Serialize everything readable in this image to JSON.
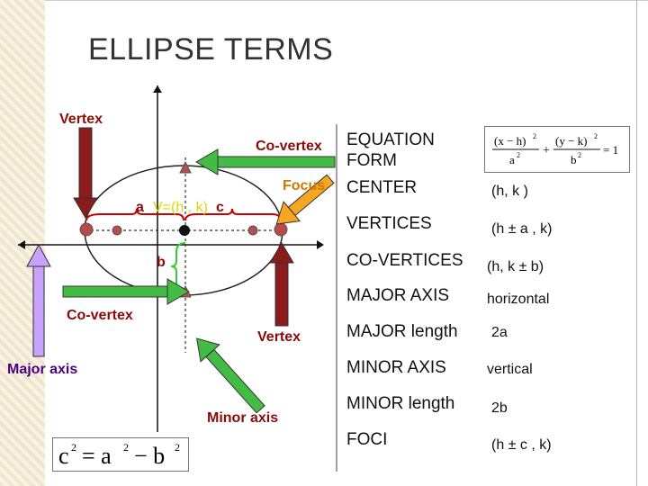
{
  "title": "ELLIPSE TERMS",
  "diagram_labels": {
    "vertex_top": "Vertex",
    "co_vertex_top": "Co-vertex",
    "focus": "Focus",
    "a": "a",
    "center_point": "V=(h , k)",
    "c": "c",
    "b": "b",
    "co_vertex_bottom": "Co-vertex",
    "vertex_bottom": "Vertex",
    "major_axis": "Major axis",
    "minor_axis": "Minor axis"
  },
  "table": {
    "rows": [
      {
        "term": "EQUATION\nFORM",
        "value": ""
      },
      {
        "term": "CENTER",
        "value": "(h, k )"
      },
      {
        "term": "VERTICES",
        "value": "(h ± a , k)"
      },
      {
        "term": "CO-VERTICES",
        "value": "(h, k ± b)"
      },
      {
        "term": "MAJOR AXIS",
        "value": "horizontal"
      },
      {
        "term": "MAJOR length",
        "value": "2a"
      },
      {
        "term": "MINOR AXIS",
        "value": "vertical"
      },
      {
        "term": "MINOR length",
        "value": "2b"
      },
      {
        "term": "FOCI",
        "value": "(h ± c , k)"
      }
    ],
    "equation_form": {
      "num1": "(x − h)",
      "den1": "a",
      "num2": "(y − k)",
      "den2": "b",
      "rhs": "= 1"
    }
  },
  "bottom_formula": {
    "lhs": "c",
    "mid": "= a",
    "rhs": "− b"
  },
  "colors": {
    "red_arrow": "#8b1a1a",
    "green_arrow": "#44bb44",
    "purple_arrow": "#c8a2ff",
    "orange_arrow": "#f5a623",
    "brace_red": "#cc0000",
    "brace_green": "#33cc33",
    "center_color": "#d9d900"
  }
}
